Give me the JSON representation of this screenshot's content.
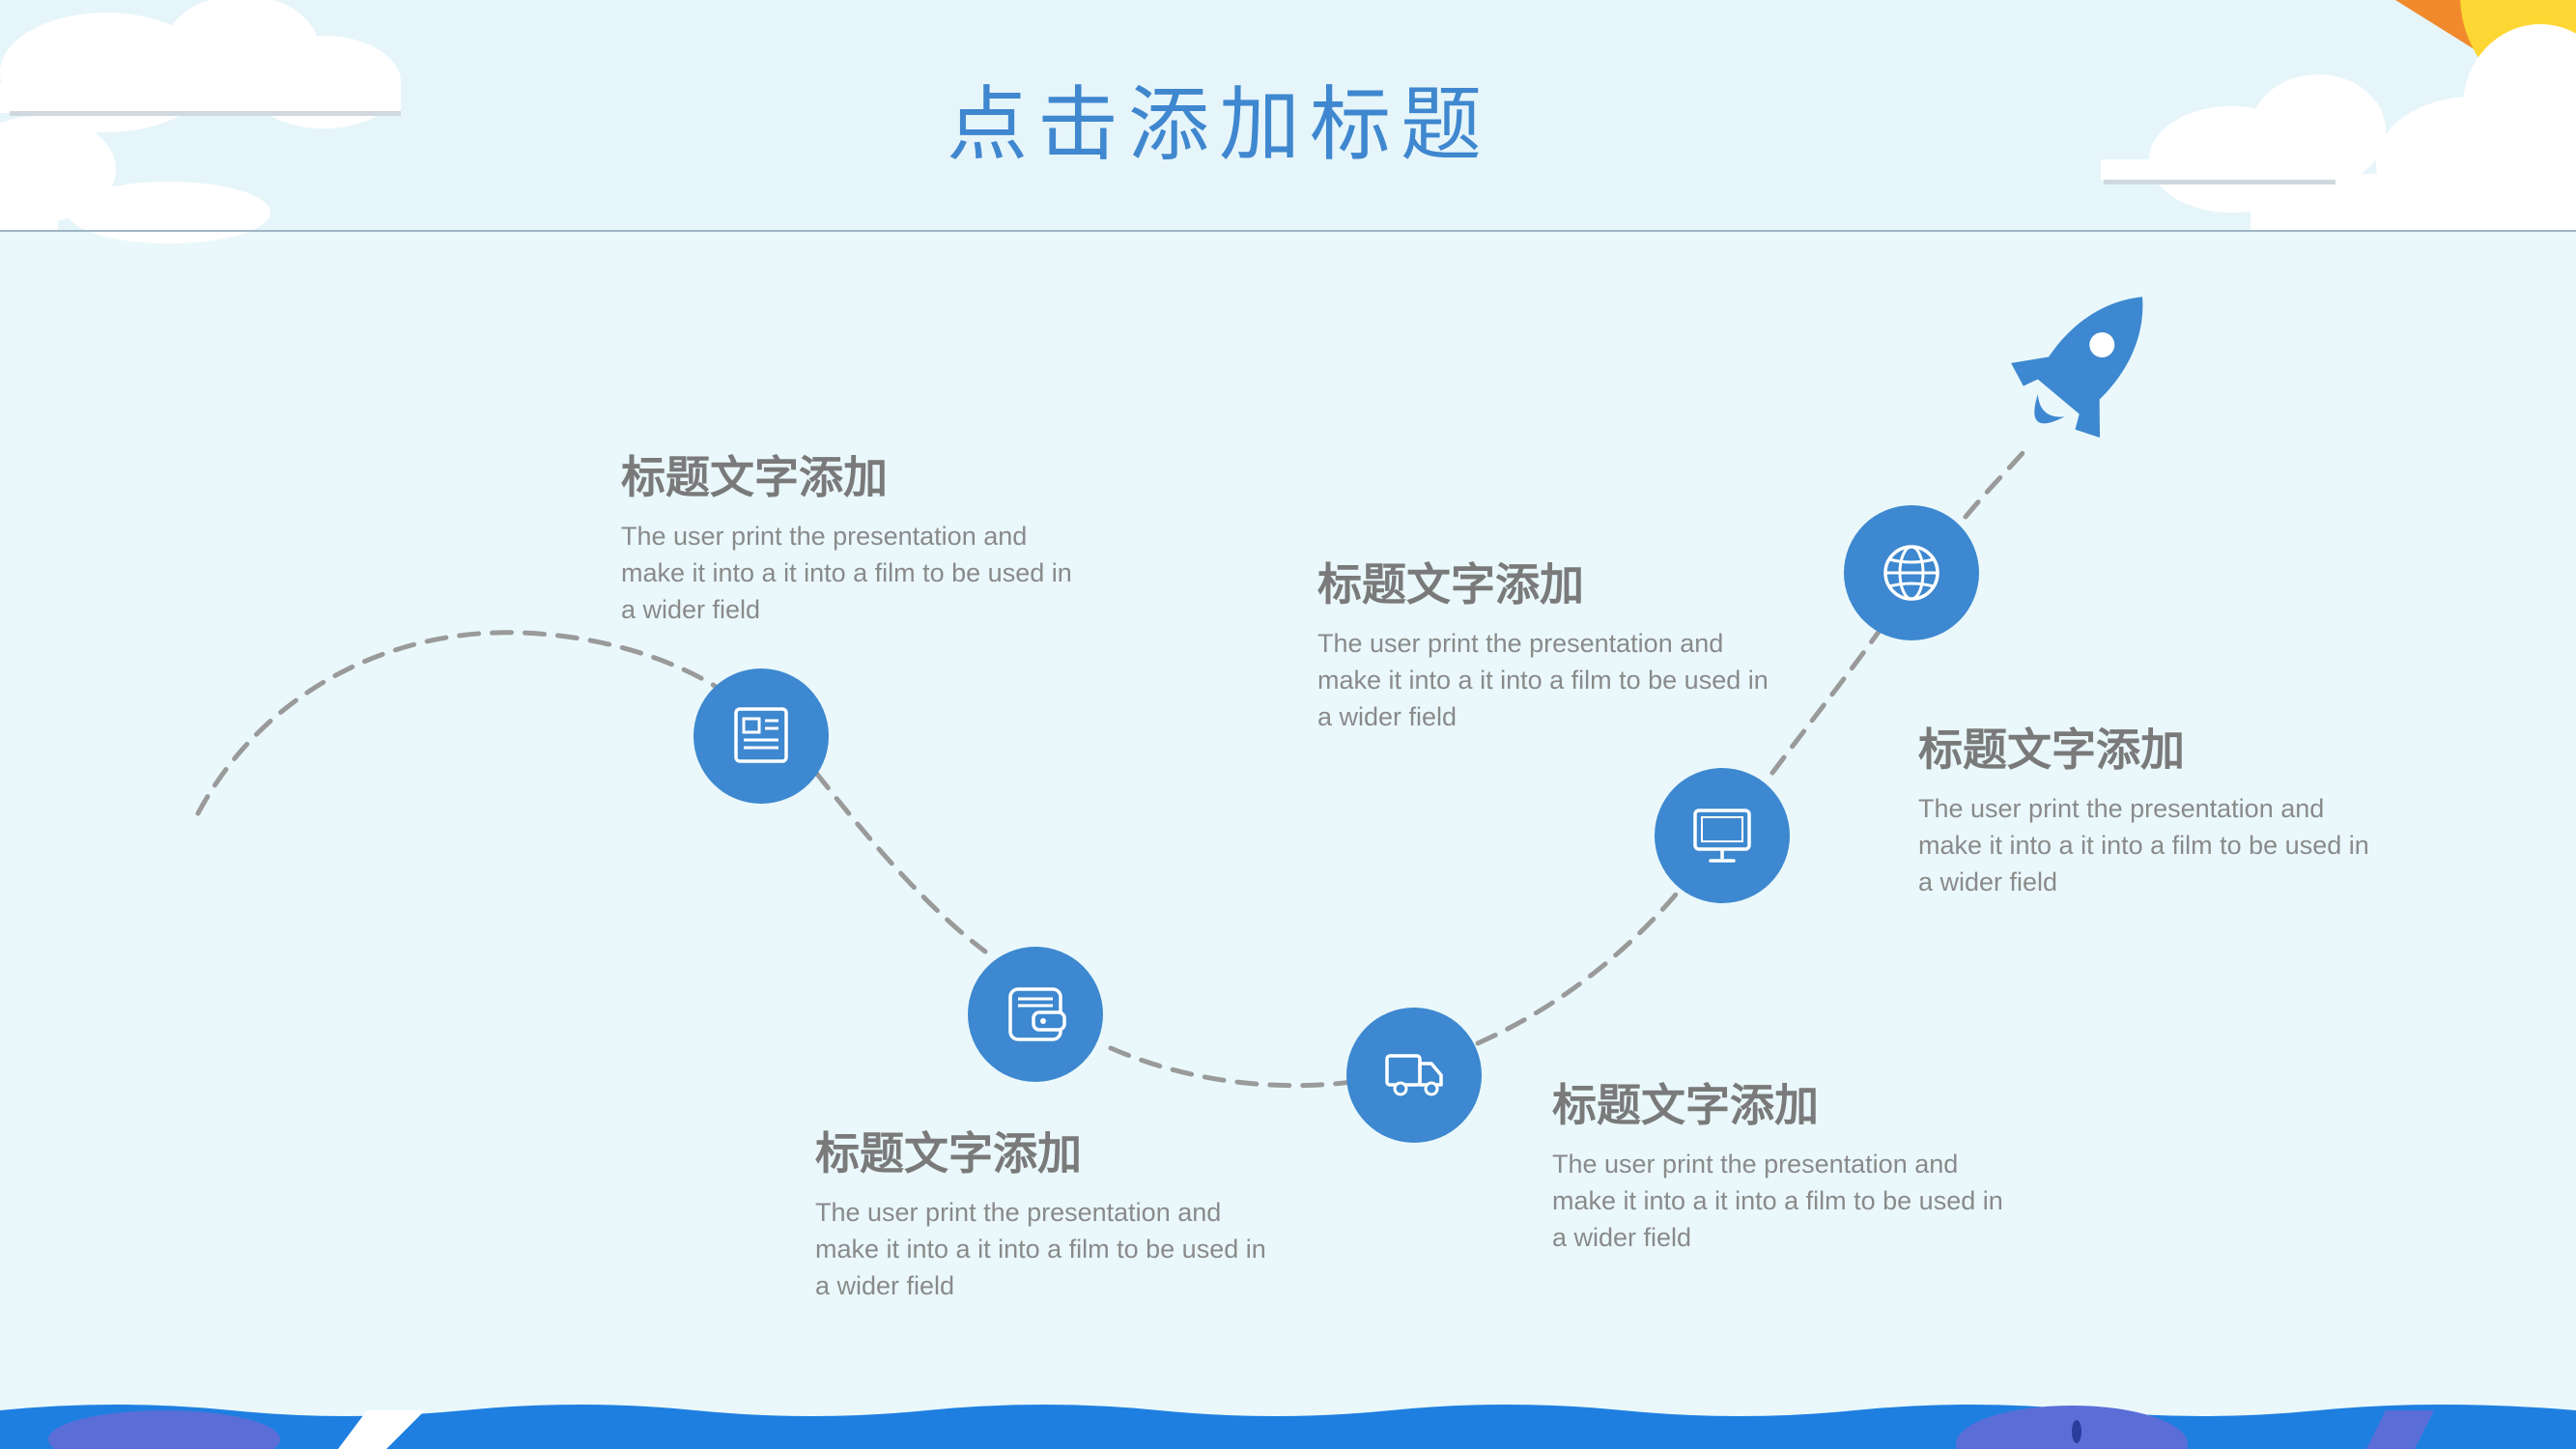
{
  "page": {
    "title": "点击添加标题",
    "colors": {
      "accent": "#3d88d0",
      "title": "#3f87cf",
      "background": "#eaf8fb",
      "heading_text": "#7a7a7a",
      "body_text": "#8a8a8a",
      "sea": "#1e7fe0"
    }
  },
  "steps": [
    {
      "icon": "document-icon",
      "heading": "标题文字添加",
      "text": "The user print the presentation and make it into a it into a film to be used in a wider field"
    },
    {
      "icon": "wallet-icon",
      "heading": "标题文字添加",
      "text": "The user print the presentation and make it into a it into a film to be used in a wider field"
    },
    {
      "icon": "truck-icon",
      "heading": "标题文字添加",
      "text": "The user print the presentation and make it into a it into a film to be used in a wider field"
    },
    {
      "icon": "monitor-icon",
      "heading": "标题文字添加",
      "text": "The user print the presentation and make it into a it into a film to be used in a wider field"
    },
    {
      "icon": "globe-icon",
      "heading": "标题文字添加",
      "text": "The user print the presentation and make it into a it into a film to be used in a wider field"
    }
  ],
  "decorations": {
    "top_icon": "rocket-icon"
  }
}
